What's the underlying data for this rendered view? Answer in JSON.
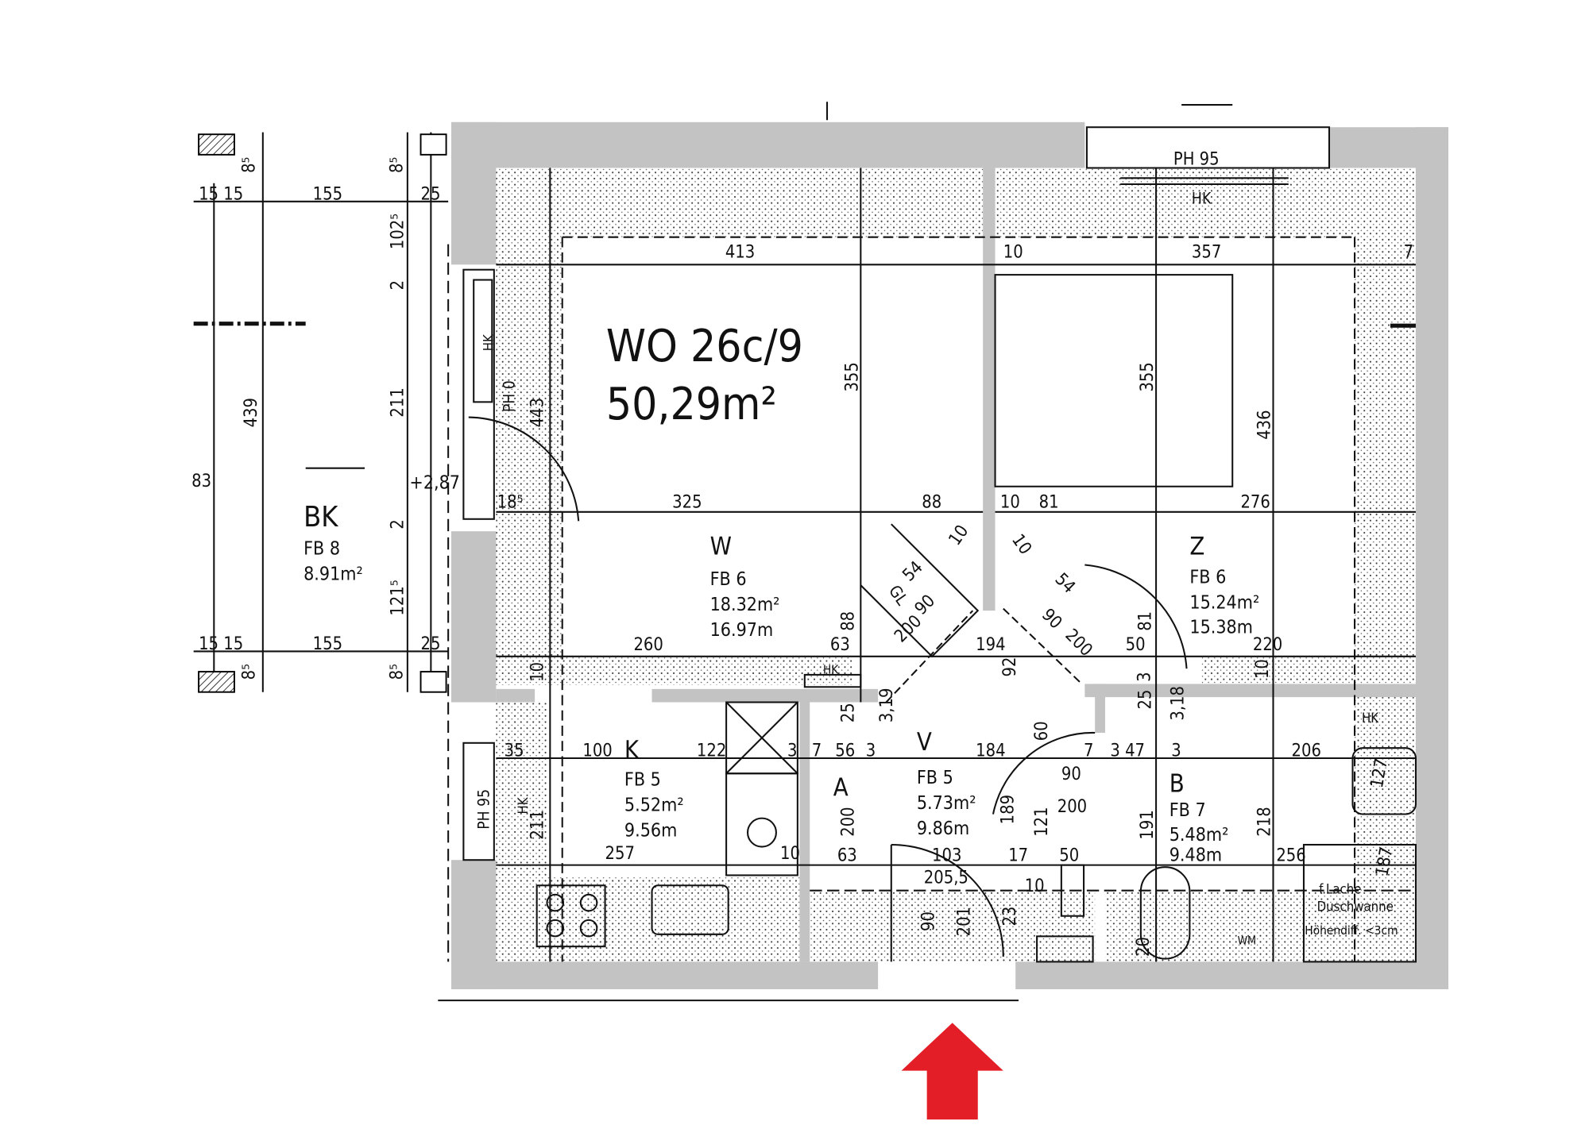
{
  "apartment": {
    "id": "WO  26c/9",
    "area": "50,29m²"
  },
  "rooms": {
    "living": {
      "code": "W",
      "fb": "FB 6",
      "area": "18.32m²",
      "perimeter": "16.97m"
    },
    "bedroom": {
      "code": "Z",
      "fb": "FB 6",
      "area": "15.24m²",
      "perimeter": "15.38m"
    },
    "kitchen": {
      "code": "K",
      "fb": "FB 5",
      "area": "5.52m²",
      "perimeter": "9.56m"
    },
    "hall": {
      "code": "V",
      "fb": "FB 5",
      "area": "5.73m²",
      "perimeter": "9.86m"
    },
    "storage": {
      "code": "A"
    },
    "bathroom": {
      "code": "B",
      "fb": "FB 7",
      "area": "5.48m²",
      "perimeter": "9.48m"
    },
    "balcony": {
      "code": "BK",
      "fb": "FB 8",
      "area": "8.91m²"
    }
  },
  "notes": {
    "shower_1": "f.Lache",
    "shower_2": "Duschwanne",
    "shower_3": "Höhendiff. <3cm",
    "window_top": "PH 95",
    "window_left_kitchen": "PH 95",
    "window_left_living": "PH 0",
    "heater": "HK",
    "level": "+2,87",
    "door_gl": "GL",
    "wm": "WM"
  },
  "dims": [
    "413",
    "10",
    "357",
    "7",
    "355",
    "355",
    "436",
    "443",
    "325",
    "88",
    "10",
    "81",
    "276",
    "18⁵",
    "260",
    "63",
    "194",
    "50",
    "220",
    "88",
    "81",
    "92",
    "100",
    "122",
    "35",
    "3",
    "257",
    "211",
    "10",
    "7",
    "56",
    "3",
    "200",
    "63",
    "25",
    "184",
    "103",
    "205,5",
    "90",
    "201",
    "23",
    "17",
    "10",
    "189",
    "121",
    "60",
    "90",
    "200",
    "50",
    "7",
    "3  47",
    "3",
    "206",
    "191",
    "218",
    "256",
    "127",
    "187",
    "155",
    "155",
    "15 15",
    "15 15",
    "25",
    "25",
    "439",
    "83",
    "102⁵",
    "2",
    "211",
    "2",
    "121⁵",
    "8⁵",
    "8⁵",
    "8⁵",
    "8⁵",
    "54",
    "90",
    "200",
    "10",
    "10",
    "54",
    "90",
    "200",
    "3,19",
    "3,18",
    "10",
    "10",
    "20",
    "25",
    "3"
  ],
  "entrance_arrow_color": "#e41e26",
  "wall_color": "#c3c3c3"
}
